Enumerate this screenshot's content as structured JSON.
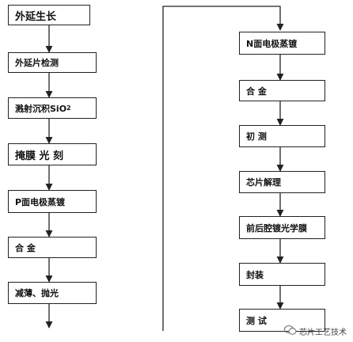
{
  "left_steps": [
    "外延生长",
    "外延片检测",
    "溅射沉积SiO2",
    "掩膜 光 刻",
    "P面电极蒸镀",
    "合 金",
    "减薄、抛光"
  ],
  "right_steps": [
    "N面电极蒸镀",
    "合 金",
    "初 测",
    "芯片解理",
    "前后腔镀光学膜",
    "封装",
    "测 试"
  ],
  "watermark": "芯片工艺技术",
  "colors": {
    "line": "#222222",
    "box_border": "#222222",
    "text": "#111111"
  }
}
